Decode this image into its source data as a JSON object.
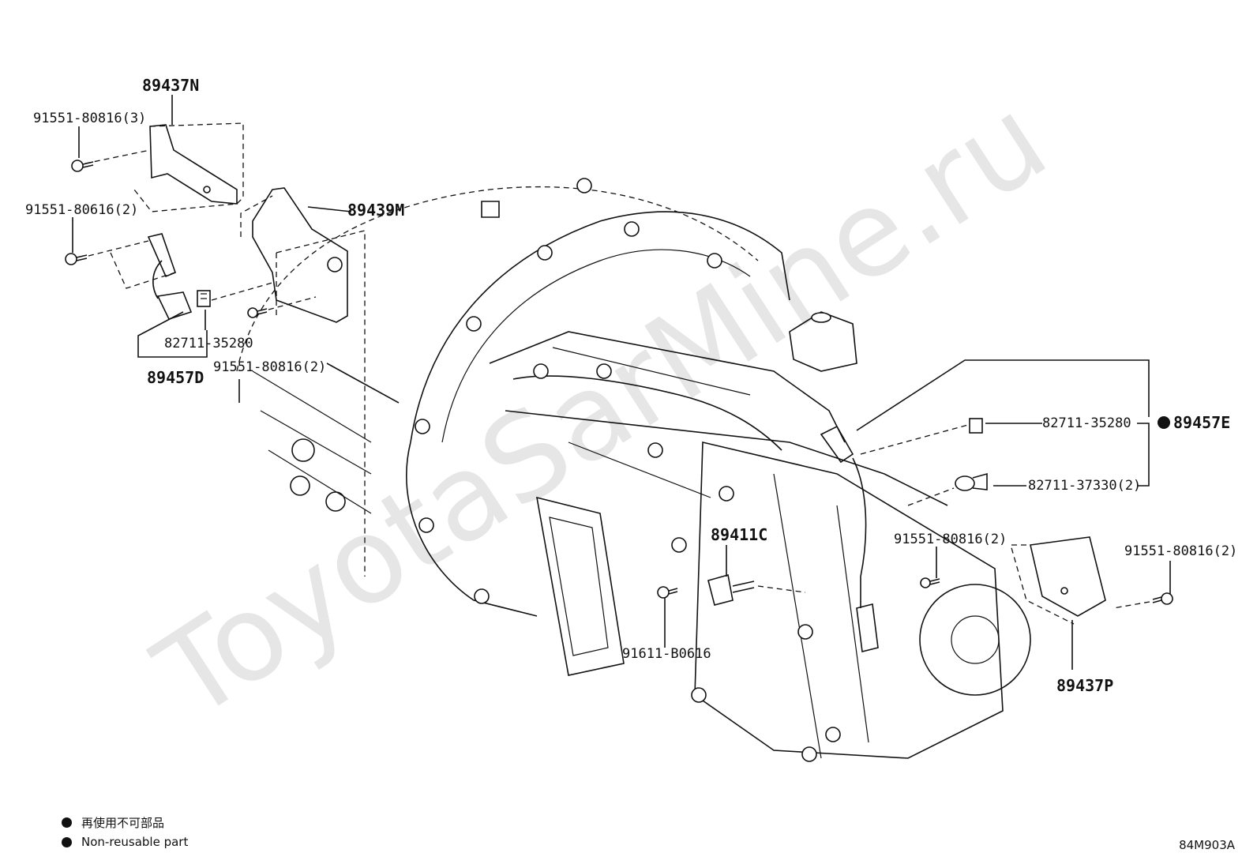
{
  "watermark": "ToyotaSarMine.ru",
  "diagram_code": "84M903A",
  "legend": [
    {
      "symbol": "filled-circle",
      "text": "再使用不可部品"
    },
    {
      "symbol": "filled-circle",
      "text": "Non-reusable part"
    }
  ],
  "part_labels": {
    "p89437N": "89437N",
    "p91551_80816_3": "91551-80816(3)",
    "p91551_80616_2": "91551-80616(2)",
    "p89439M": "89439M",
    "p82711_35280_a": "82711-35280",
    "p89457D": "89457D",
    "p91551_80816_2a": "91551-80816(2)",
    "p82711_35280_b": "82711-35280",
    "p89457E": "89457E",
    "p82711_37330_2": "82711-37330(2)",
    "p89411C": "89411C",
    "p91551_80816_2b": "91551-80816(2)",
    "p91551_80816_2c": "91551-80816(2)",
    "p91611_B0616": "91611-B0616",
    "p89437P": "89437P"
  },
  "non_reusable_marker": "89457E"
}
